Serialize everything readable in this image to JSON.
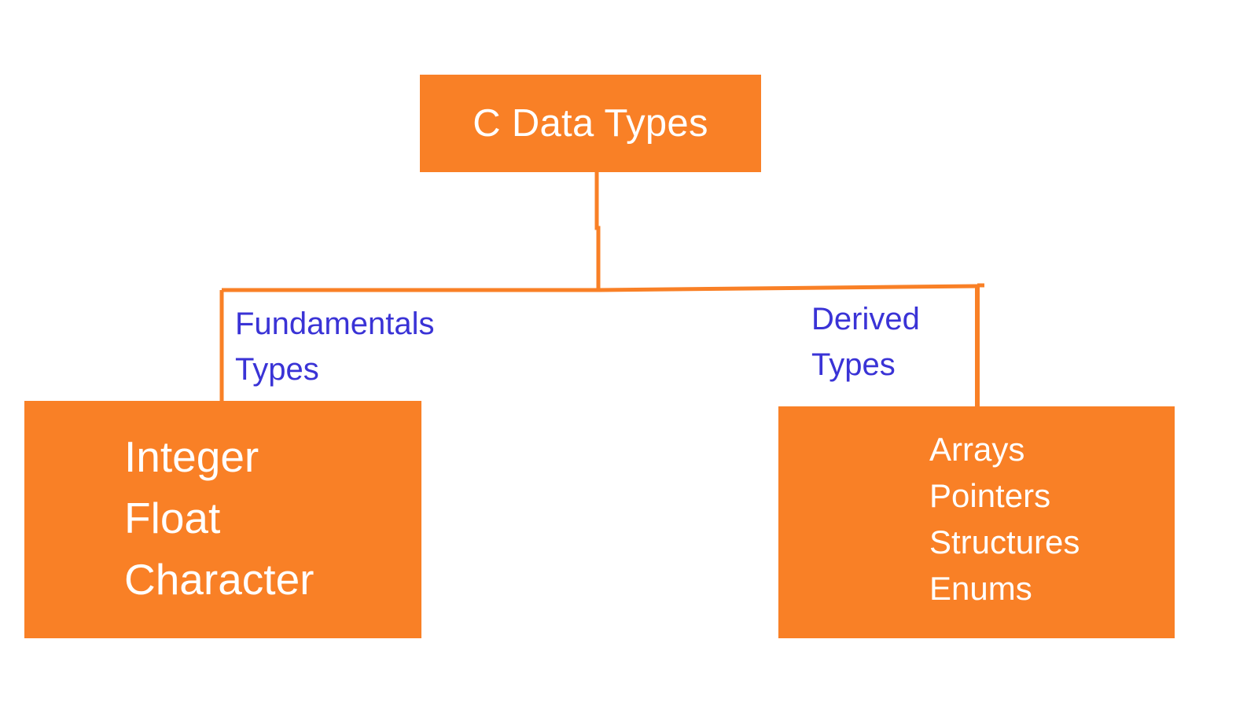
{
  "diagram": {
    "title": "C Data Types",
    "type": "hierarchy-tree",
    "colors": {
      "node_fill": "#F98026",
      "node_text": "#FFFFFF",
      "edge_line": "#F98026",
      "edge_label_text": "#3A33D6",
      "background": "#FFFFFF"
    },
    "root": {
      "label": "C Data Types"
    },
    "branches": [
      {
        "edge_label_line1": "Fundamentals",
        "edge_label_line2": "Types",
        "items": [
          "Integer",
          "Float",
          "Character"
        ]
      },
      {
        "edge_label_line1": "Derived",
        "edge_label_line2": "Types",
        "items": [
          "Arrays",
          "Pointers",
          "Structures",
          "Enums"
        ]
      }
    ]
  }
}
